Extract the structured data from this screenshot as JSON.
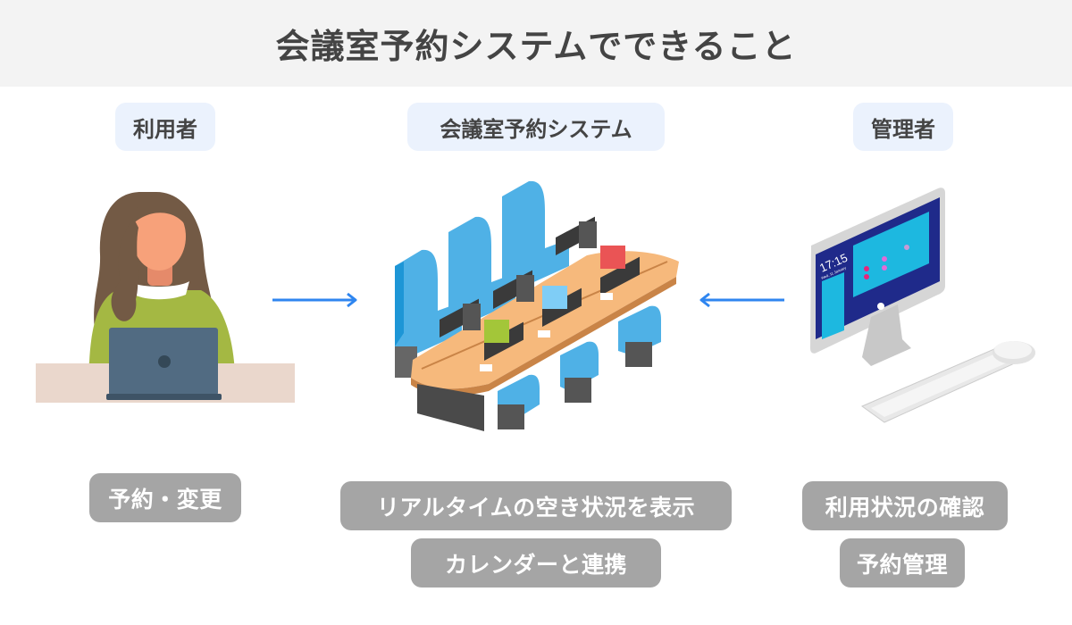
{
  "title": "会議室予約システムでできること",
  "columns": {
    "user": {
      "label": "利用者",
      "illustration": "person-with-laptop",
      "features": [
        "予約・変更"
      ]
    },
    "system": {
      "label": "会議室予約システム",
      "illustration": "meeting-room-table",
      "features": [
        "リアルタイムの空き状況を表示",
        "カレンダーと連携"
      ]
    },
    "admin": {
      "label": "管理者",
      "illustration": "desktop-computer",
      "screen_time": "17:15",
      "screen_date": "Wed, 11 January",
      "features": [
        "利用状況の確認",
        "予約管理"
      ]
    }
  },
  "arrows": [
    {
      "from": "user",
      "to": "system",
      "direction": "right"
    },
    {
      "from": "admin",
      "to": "system",
      "direction": "left"
    }
  ],
  "colors": {
    "title_bg": "#f3f3f3",
    "title_text": "#444444",
    "label_bg": "#ebf2fd",
    "feature_bg": "#a5a5a5",
    "feature_text": "#ffffff",
    "arrow": "#2f86f0"
  }
}
